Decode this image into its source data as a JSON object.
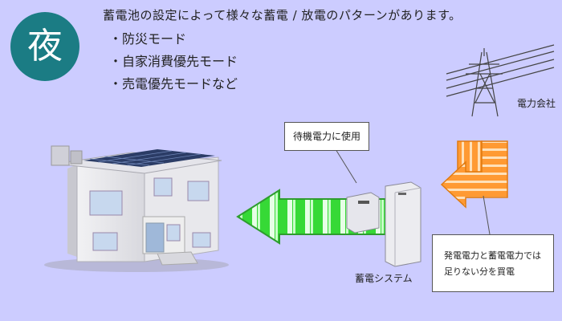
{
  "badge": {
    "label": "夜"
  },
  "headline": "蓄電池の設定によって様々な蓄電 / 放電のパターンがあります。",
  "modes": [
    "防災モード",
    "自家消費優先モード",
    "売電優先モードなど"
  ],
  "labels": {
    "power_company": "電力会社",
    "standby_callout": "待機電力に使用",
    "storage_system": "蓄電システム",
    "purchase_note_line1": "発電電力と蓄電電力では",
    "purchase_note_line2": "足りない分を買電"
  },
  "colors": {
    "background": "#ccccff",
    "badge": "#1b7c84",
    "discharge_arrow": "#33cc33",
    "grid_arrow": "#ff9933"
  },
  "icons": [
    "transmission-tower-icon",
    "house-with-solar-panels-icon",
    "battery-storage-icon"
  ]
}
